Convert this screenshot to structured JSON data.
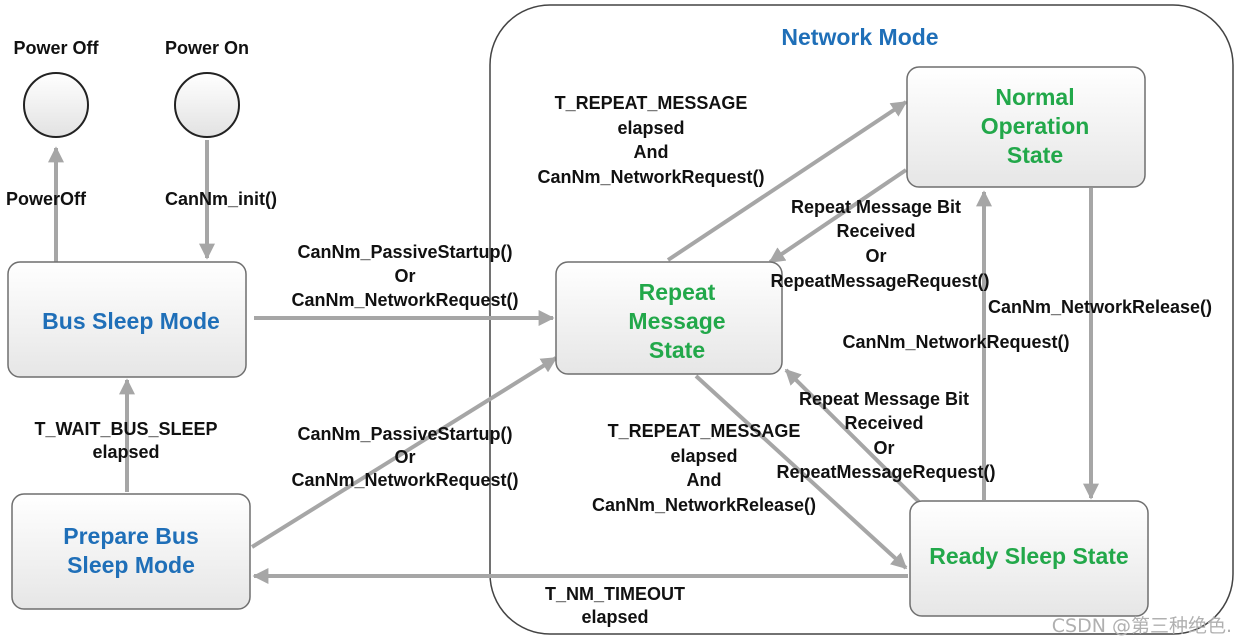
{
  "group": {
    "title": "Network Mode"
  },
  "pseudo_states": {
    "power_off": "Power Off",
    "power_on": "Power On"
  },
  "states": {
    "bus_sleep": [
      "Bus Sleep Mode"
    ],
    "prepare_bus_sleep": [
      "Prepare Bus",
      "Sleep Mode"
    ],
    "repeat_message": [
      "Repeat",
      "Message",
      "State"
    ],
    "normal_operation": [
      "Normal",
      "Operation",
      "State"
    ],
    "ready_sleep": [
      "Ready Sleep State"
    ]
  },
  "transitions": {
    "power_off": [
      "PowerOff"
    ],
    "power_on": [
      "CanNm_init()"
    ],
    "bus_sleep_to_repeat": [
      "CanNm_PassiveStartup()",
      "Or",
      "CanNm_NetworkRequest()"
    ],
    "prepare_to_bus_sleep": [
      "T_WAIT_BUS_SLEEP",
      "elapsed"
    ],
    "prepare_to_repeat": [
      "CanNm_PassiveStartup()",
      "Or",
      "CanNm_NetworkRequest()"
    ],
    "repeat_to_normal": [
      "T_REPEAT_MESSAGE",
      "elapsed",
      "And",
      "CanNm_NetworkRequest()"
    ],
    "normal_to_repeat": [
      "Repeat Message Bit",
      "Received",
      "Or",
      "RepeatMessageRequest()"
    ],
    "normal_to_ready": [
      "CanNm_NetworkRelease()"
    ],
    "ready_to_normal": [
      "CanNm_NetworkRequest()"
    ],
    "ready_to_repeat": [
      "Repeat Message Bit",
      "Received",
      "Or",
      "RepeatMessageRequest()"
    ],
    "repeat_to_ready": [
      "T_REPEAT_MESSAGE",
      "elapsed",
      "And",
      "CanNm_NetworkRelease()"
    ],
    "ready_to_prepare": [
      "T_NM_TIMEOUT",
      "elapsed"
    ]
  },
  "watermark": "CSDN @第三种绝色."
}
